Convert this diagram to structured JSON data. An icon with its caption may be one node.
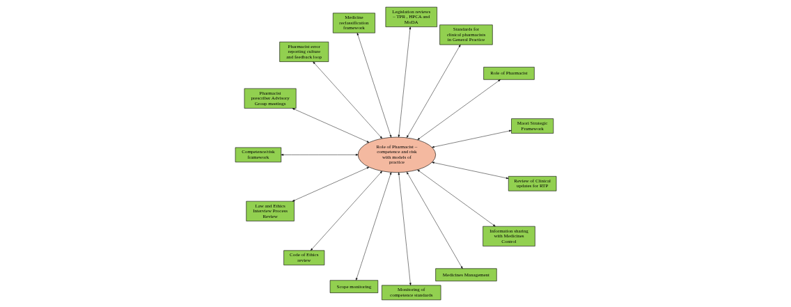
{
  "diagram": {
    "nodes": [
      {
        "text": [
          "Role of Pharmacist – competence and risk with models of practice"
        ]
      },
      {
        "text": [
          "Maori Strategic Framework"
        ]
      },
      {
        "text": [
          "Role of Pharmacist"
        ]
      },
      {
        "text": [
          "Standards for clinical pharmacists in General Practice"
        ]
      },
      {
        "text": [
          "Legislation reviews – TPR , HPCA and MoDA"
        ]
      },
      {
        "text": [
          "Medicine reclassification framework"
        ]
      },
      {
        "text": [
          "Pharmacist error reporting culture and feedback loop"
        ]
      },
      {
        "text": [
          "Pharmacist prescriber Advisory Group meetings"
        ]
      },
      {
        "text": [
          "Competence/risk framework"
        ]
      },
      {
        "text": [
          "Law and Ethics Interview Process Review"
        ]
      },
      {
        "text": [
          "Code of Ethics review"
        ]
      },
      {
        "text": [
          "Scope monitoring"
        ]
      },
      {
        "text": [
          "Monitoring of competence standards"
        ]
      },
      {
        "text": [
          "Medicines Management"
        ]
      },
      {
        "text": [
          "Information sharing with Medicines Control"
        ]
      },
      {
        "text": [
          "Review of Clinical updates for RTP"
        ]
      }
    ],
    "edges": [
      {
        "from": 0,
        "to": 1,
        "arrow": "both"
      },
      {
        "from": 0,
        "to": 2,
        "arrow": "both"
      },
      {
        "from": 0,
        "to": 3,
        "arrow": "both"
      },
      {
        "from": 0,
        "to": 4,
        "arrow": "both"
      },
      {
        "from": 0,
        "to": 5,
        "arrow": "both"
      },
      {
        "from": 0,
        "to": 6,
        "arrow": "both"
      },
      {
        "from": 0,
        "to": 7,
        "arrow": "both"
      },
      {
        "from": 0,
        "to": 8,
        "arrow": "both"
      },
      {
        "from": 0,
        "to": 9,
        "arrow": "both"
      },
      {
        "from": 0,
        "to": 10,
        "arrow": "both"
      },
      {
        "from": 0,
        "to": 11,
        "arrow": "both"
      },
      {
        "from": 0,
        "to": 12,
        "arrow": "both"
      },
      {
        "from": 0,
        "to": 13,
        "arrow": "both"
      },
      {
        "from": 0,
        "to": 14,
        "arrow": "both"
      },
      {
        "from": 0,
        "to": 15,
        "arrow": "both"
      }
    ]
  }
}
